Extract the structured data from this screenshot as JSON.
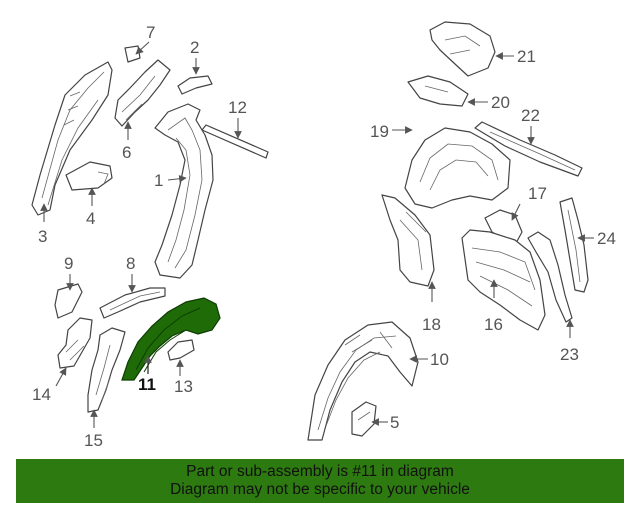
{
  "highlight": {
    "part_number": "11",
    "fill_color": "#1f6b08",
    "stroke_color": "#0d3d02"
  },
  "callouts": [
    {
      "id": "1",
      "label": "1"
    },
    {
      "id": "2",
      "label": "2"
    },
    {
      "id": "3",
      "label": "3"
    },
    {
      "id": "4",
      "label": "4"
    },
    {
      "id": "5",
      "label": "5"
    },
    {
      "id": "6",
      "label": "6"
    },
    {
      "id": "7",
      "label": "7"
    },
    {
      "id": "8",
      "label": "8"
    },
    {
      "id": "9",
      "label": "9"
    },
    {
      "id": "10",
      "label": "10"
    },
    {
      "id": "11",
      "label": "11"
    },
    {
      "id": "12",
      "label": "12"
    },
    {
      "id": "13",
      "label": "13"
    },
    {
      "id": "14",
      "label": "14"
    },
    {
      "id": "15",
      "label": "15"
    },
    {
      "id": "16",
      "label": "16"
    },
    {
      "id": "17",
      "label": "17"
    },
    {
      "id": "18",
      "label": "18"
    },
    {
      "id": "19",
      "label": "19"
    },
    {
      "id": "20",
      "label": "20"
    },
    {
      "id": "21",
      "label": "21"
    },
    {
      "id": "22",
      "label": "22"
    },
    {
      "id": "23",
      "label": "23"
    },
    {
      "id": "24",
      "label": "24"
    }
  ],
  "banner": {
    "line1": "Part or sub-assembly is #11 in diagram",
    "line2": "Diagram may not be specific to your vehicle",
    "background_color": "#2d7a10"
  }
}
